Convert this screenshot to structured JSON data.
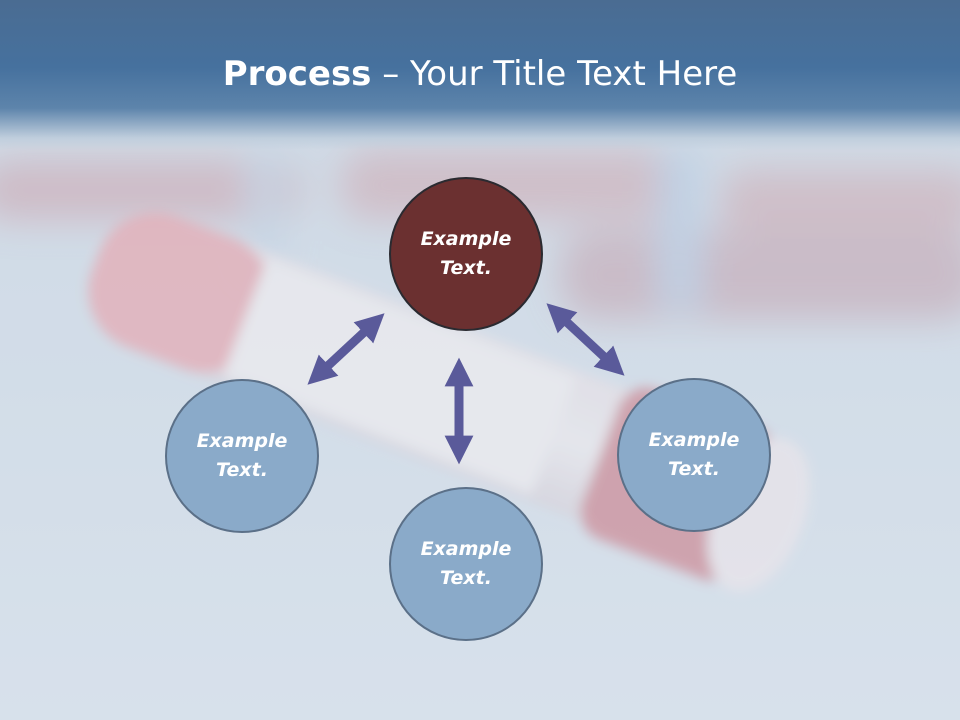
{
  "slide": {
    "title_bold": "Process",
    "title_rest": " – Your Title Text Here"
  },
  "diagram": {
    "nodes": [
      {
        "id": "top",
        "line1": "Example",
        "line2": "Text.",
        "fill": "#6b3030"
      },
      {
        "id": "left",
        "line1": "Example",
        "line2": "Text.",
        "fill": "#8aaac9"
      },
      {
        "id": "right",
        "line1": "Example",
        "line2": "Text.",
        "fill": "#8aaac9"
      },
      {
        "id": "bottom",
        "line1": "Example",
        "line2": "Text.",
        "fill": "#8aaac9"
      }
    ],
    "arrow_color": "#5a5a9a",
    "title_bar_color": "#46719e"
  }
}
